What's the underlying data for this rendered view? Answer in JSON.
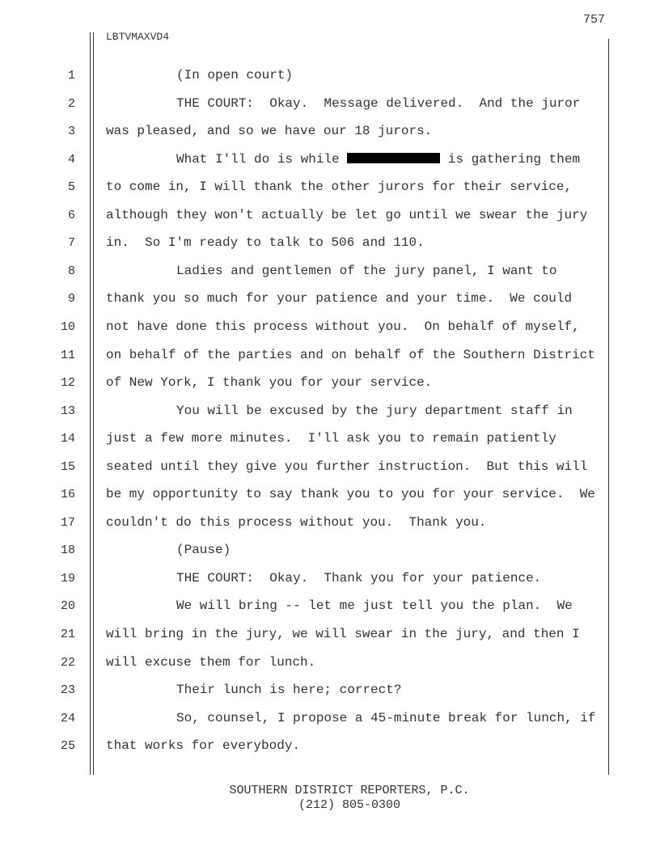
{
  "header": {
    "page_number": "757",
    "case_code": "LBTVMAXVD4"
  },
  "lines": [
    {
      "n": "1",
      "indent": true,
      "text": "(In open court)"
    },
    {
      "n": "2",
      "indent": true,
      "text": "THE COURT:  Okay.  Message delivered.  And the juror"
    },
    {
      "n": "3",
      "indent": false,
      "text": "was pleased, and so we have our 18 jurors."
    },
    {
      "n": "4",
      "indent": true,
      "text": "What I'll do is while ",
      "redacted": true,
      "after": " is gathering them"
    },
    {
      "n": "5",
      "indent": false,
      "text": "to come in, I will thank the other jurors for their service,"
    },
    {
      "n": "6",
      "indent": false,
      "text": "although they won't actually be let go until we swear the jury"
    },
    {
      "n": "7",
      "indent": false,
      "text": "in.  So I'm ready to talk to 506 and 110."
    },
    {
      "n": "8",
      "indent": true,
      "text": "Ladies and gentlemen of the jury panel, I want to"
    },
    {
      "n": "9",
      "indent": false,
      "text": "thank you so much for your patience and your time.  We could"
    },
    {
      "n": "10",
      "indent": false,
      "text": "not have done this process without you.  On behalf of myself,"
    },
    {
      "n": "11",
      "indent": false,
      "text": "on behalf of the parties and on behalf of the Southern District"
    },
    {
      "n": "12",
      "indent": false,
      "text": "of New York, I thank you for your service."
    },
    {
      "n": "13",
      "indent": true,
      "text": "You will be excused by the jury department staff in"
    },
    {
      "n": "14",
      "indent": false,
      "text": "just a few more minutes.  I'll ask you to remain patiently"
    },
    {
      "n": "15",
      "indent": false,
      "text": "seated until they give you further instruction.  But this will"
    },
    {
      "n": "16",
      "indent": false,
      "text": "be my opportunity to say thank you to you for your service.  We"
    },
    {
      "n": "17",
      "indent": false,
      "text": "couldn't do this process without you.  Thank you."
    },
    {
      "n": "18",
      "indent": true,
      "text": "(Pause)"
    },
    {
      "n": "19",
      "indent": true,
      "text": "THE COURT:  Okay.  Thank you for your patience."
    },
    {
      "n": "20",
      "indent": true,
      "text": "We will bring -- let me just tell you the plan.  We"
    },
    {
      "n": "21",
      "indent": false,
      "text": "will bring in the jury, we will swear in the jury, and then I"
    },
    {
      "n": "22",
      "indent": false,
      "text": "will excuse them for lunch."
    },
    {
      "n": "23",
      "indent": true,
      "text": "Their lunch is here; correct?"
    },
    {
      "n": "24",
      "indent": true,
      "text": "So, counsel, I propose a 45-minute break for lunch, if"
    },
    {
      "n": "25",
      "indent": false,
      "text": "that works for everybody."
    }
  ],
  "footer": {
    "line1": "SOUTHERN DISTRICT REPORTERS, P.C.",
    "line2": "(212) 805-0300"
  }
}
